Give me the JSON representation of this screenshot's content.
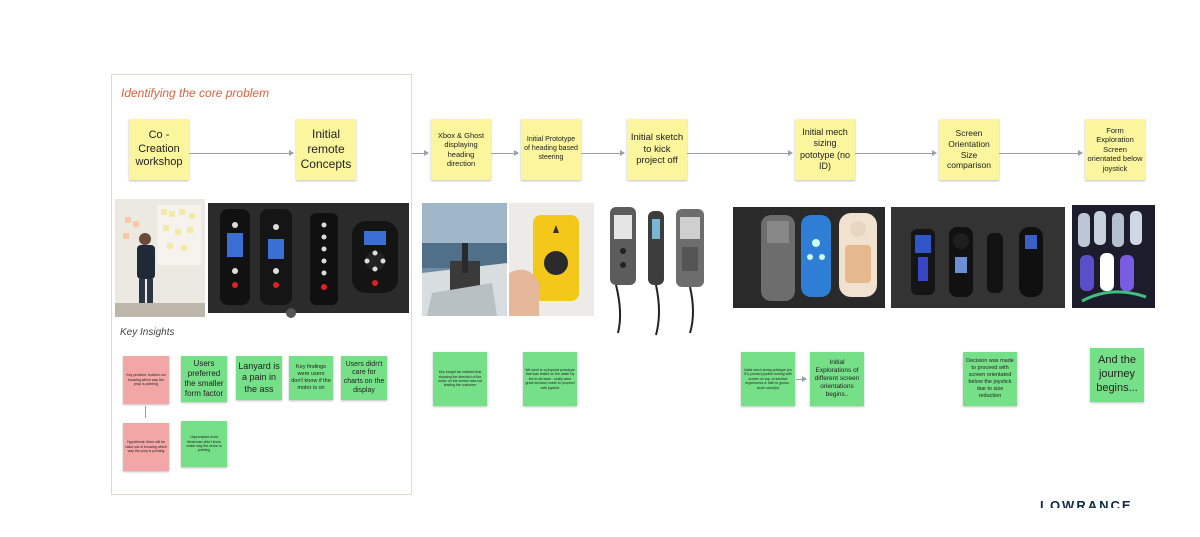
{
  "section_title": "Identifying the core problem",
  "key_insights_title": "Key Insights",
  "timeline_notes": [
    "Co - Creation workshop",
    "Initial remote Concepts",
    "Xbox & Ghost displaying heading direction",
    "Initial Prototype of heading based steering",
    "Initial sketch to kick project off",
    "Initial mech sizing pototype (no ID)",
    "Screen Orientation Size comparison",
    "Form Exploration Screen orientated below joystick"
  ],
  "insights": [
    "Key problem: boaters not knowing which way the prop is pointing",
    "Users preferred the smaller form factor",
    "Lanyard is a pain in the ass",
    "Key findings were users don't know if the motor is on",
    "Users didn't care for charts on the display",
    "Hypothesis: there will be value out of knowing which way the prop is pointing",
    "Unprompted most fisherman didn't know which way the motor is pointing"
  ],
  "findings": [
    "Key insight we realized that showing the direction of the motor on the screen was not leading the customer",
    "We went to a physical prototype that was tested on the water by the to-be team - really were great decision made to proceed with joystick",
    "Initial mech sizing pototype (no ID) proved joystick turning with screen on top, to intuitive ergonomics & half no grows - touch sizes(in)",
    "Initial Explorations of different screen orientations begins..",
    "Decision was made to proceed with screen orientated below the joystick due to size reduction",
    "And the journey begins..."
  ],
  "logo_text": "LOWRANCE",
  "colors": {
    "sticky_yellow": "#fbf59d",
    "sticky_green": "#76e088",
    "sticky_pink": "#f3a6a6",
    "title_orange": "#e0613d",
    "arrow_gray": "#9aa0a6"
  }
}
